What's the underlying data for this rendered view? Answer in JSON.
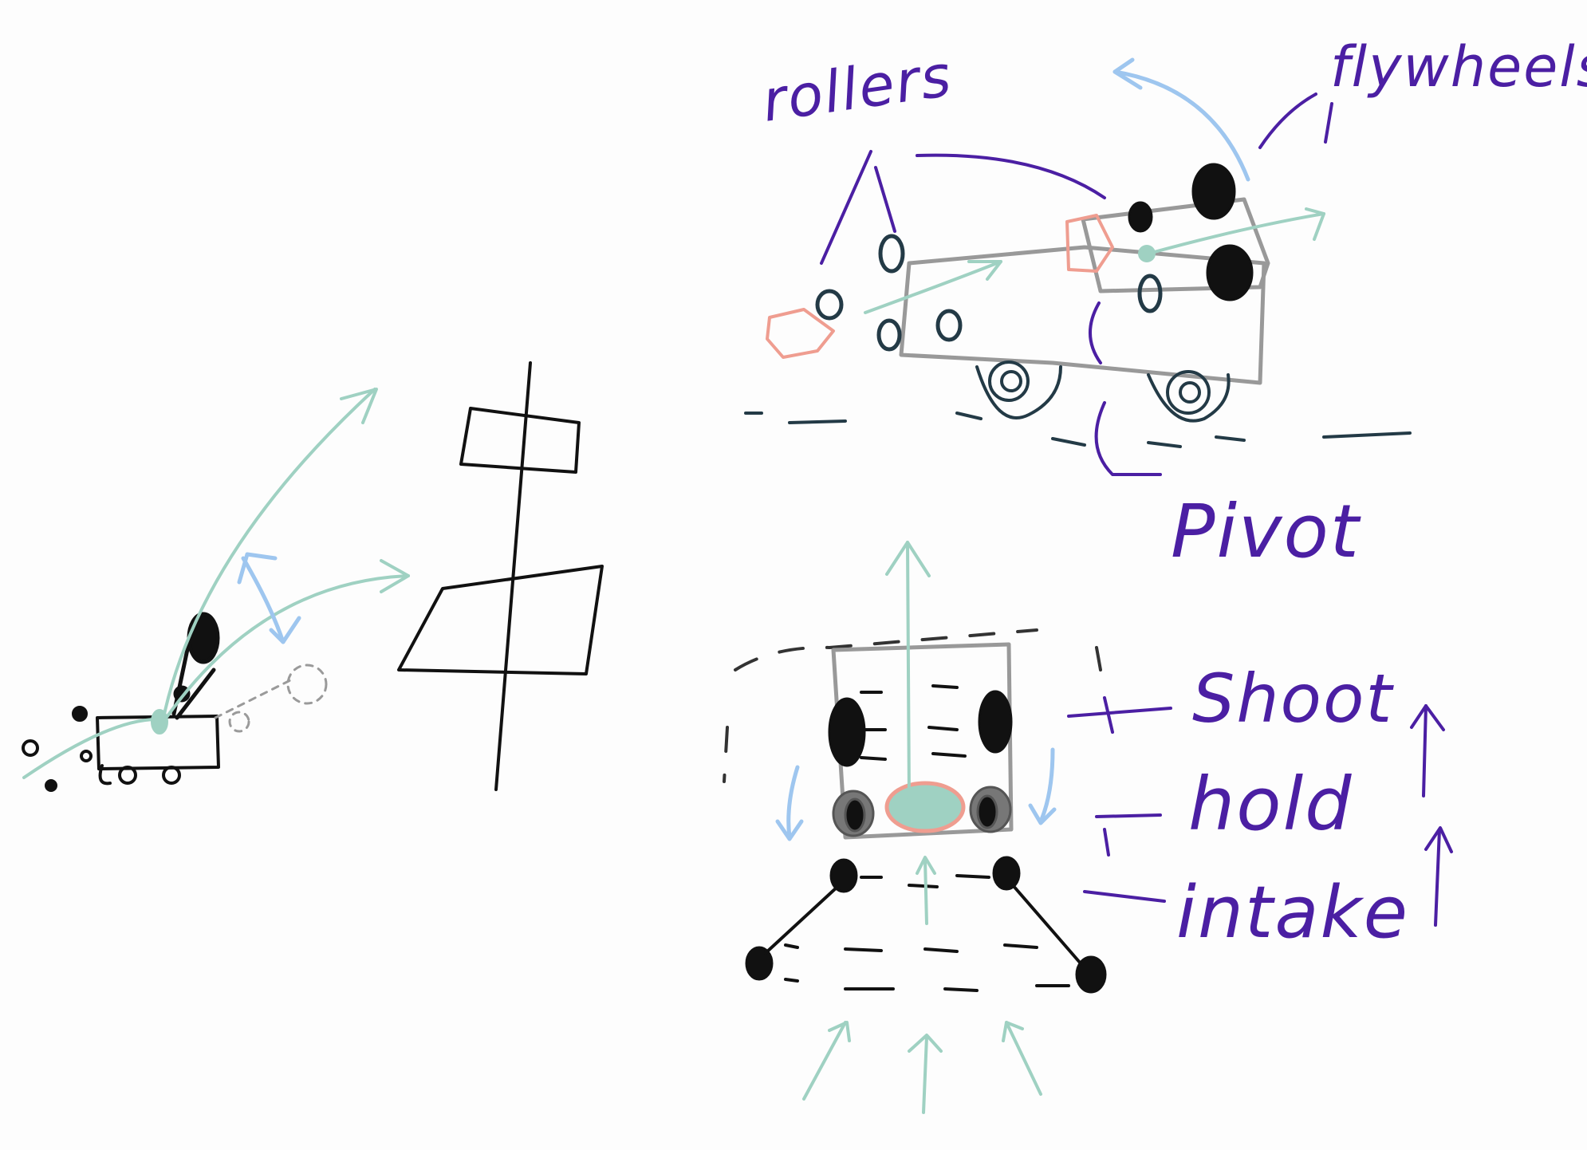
{
  "labels": {
    "rollers": "rollers",
    "flywheels": "flywheels",
    "pivot": "Pivot",
    "shoot": "Shoot",
    "hold": "hold",
    "intake": "intake"
  },
  "colors": {
    "background": "#fdfdfd",
    "ink": "#111111",
    "annotation": "#4b1fa3",
    "trajectory": "#9fd1c2",
    "motion": "#9ec6ef",
    "ball": "#ef9d90",
    "frame": "#999999",
    "wheel": "#233a46"
  }
}
